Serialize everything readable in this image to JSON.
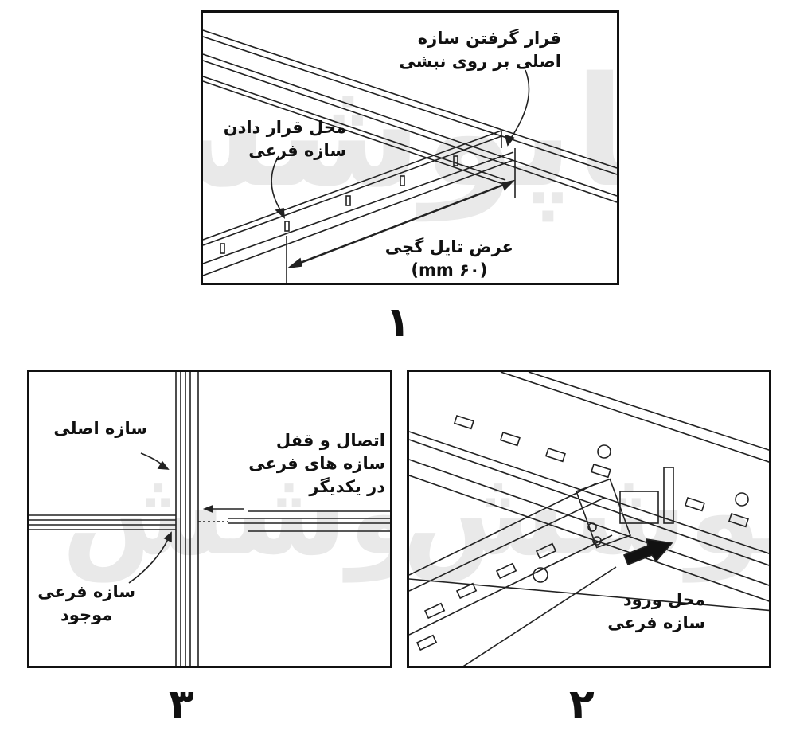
{
  "watermark": "نماپوشش",
  "panel_1": {
    "number": "۱",
    "label_main_on_angle": [
      "قرار گرفتن سازه",
      "اصلی بر روی نبشی"
    ],
    "label_sub_position": [
      "محل قرار دادن",
      "سازه فرعی"
    ],
    "label_tile_width": [
      "عرض تایل گچی",
      "(mm ۶۰)"
    ]
  },
  "panel_2": {
    "number": "۲",
    "label_sub_entry": [
      "محل ورود",
      "سازه فرعی"
    ]
  },
  "panel_3": {
    "number": "۳",
    "label_main": "سازه اصلی",
    "label_connect": [
      "اتصال و قفل",
      "سازه های فرعی",
      "در یکدیگر"
    ],
    "label_existing_sub": [
      "سازه فرعی",
      "موجود"
    ]
  }
}
